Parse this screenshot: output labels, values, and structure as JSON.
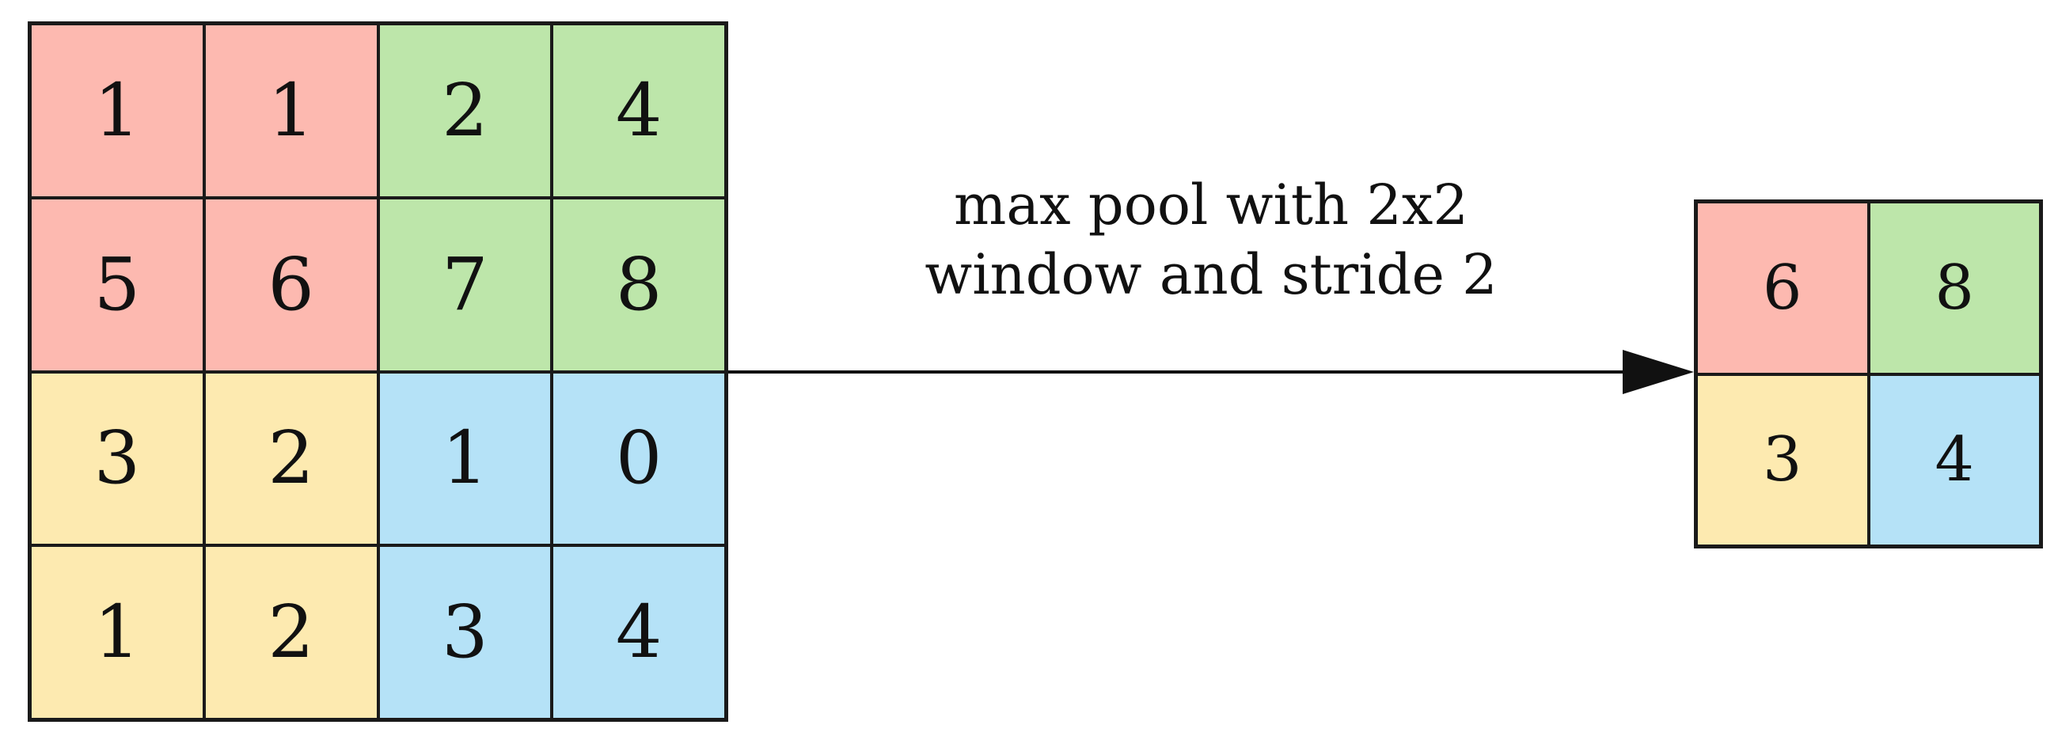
{
  "colors": {
    "red": "#fdb9b0",
    "green": "#bde6aa",
    "yellow": "#fdeab0",
    "blue": "#b5e2f7"
  },
  "input_grid": [
    [
      {
        "value": "1",
        "color": "red"
      },
      {
        "value": "1",
        "color": "red"
      },
      {
        "value": "2",
        "color": "green"
      },
      {
        "value": "4",
        "color": "green"
      }
    ],
    [
      {
        "value": "5",
        "color": "red"
      },
      {
        "value": "6",
        "color": "red"
      },
      {
        "value": "7",
        "color": "green"
      },
      {
        "value": "8",
        "color": "green"
      }
    ],
    [
      {
        "value": "3",
        "color": "yellow"
      },
      {
        "value": "2",
        "color": "yellow"
      },
      {
        "value": "1",
        "color": "blue"
      },
      {
        "value": "0",
        "color": "blue"
      }
    ],
    [
      {
        "value": "1",
        "color": "yellow"
      },
      {
        "value": "2",
        "color": "yellow"
      },
      {
        "value": "3",
        "color": "blue"
      },
      {
        "value": "4",
        "color": "blue"
      }
    ]
  ],
  "caption": {
    "line1": "max pool with 2x2",
    "line2": "window and stride 2"
  },
  "output_grid": [
    [
      {
        "value": "6",
        "color": "red"
      },
      {
        "value": "8",
        "color": "green"
      }
    ],
    [
      {
        "value": "3",
        "color": "yellow"
      },
      {
        "value": "4",
        "color": "blue"
      }
    ]
  ]
}
